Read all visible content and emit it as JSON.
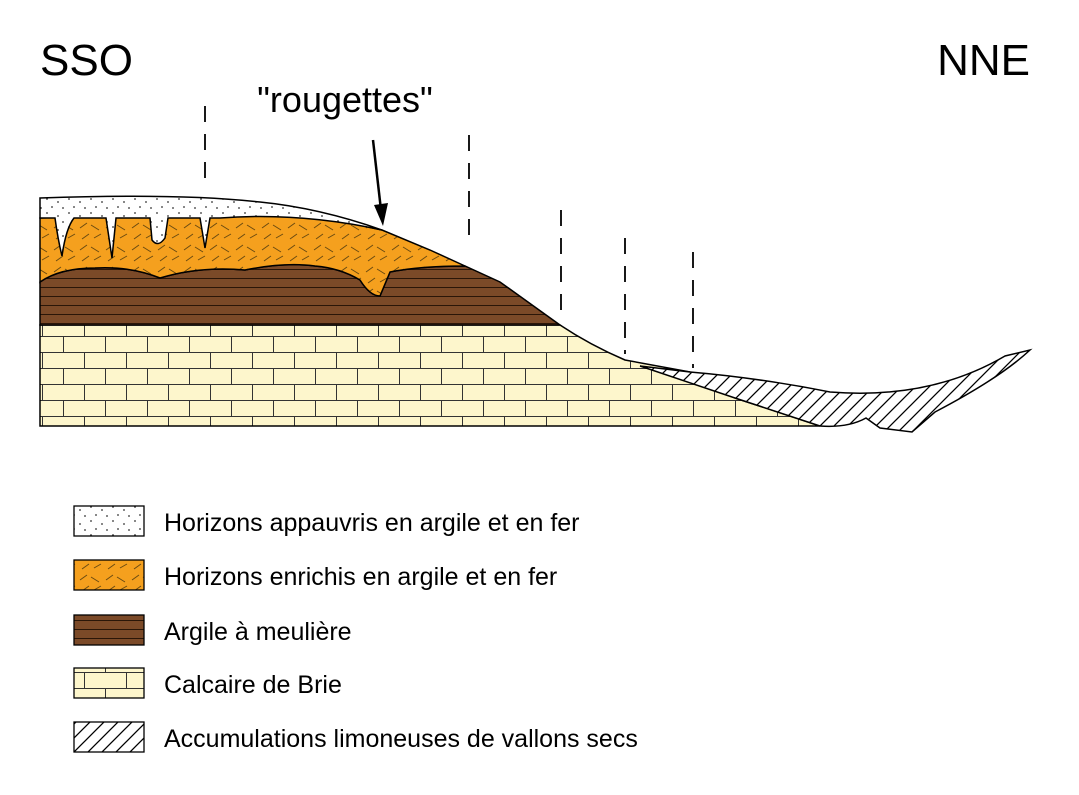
{
  "orientation": {
    "left": "SSO",
    "right": "NNE"
  },
  "annotation": "\"rougettes\"",
  "legend": [
    {
      "label": "Horizons appauvris en argile et en fer",
      "pattern": "dots-icon",
      "color": "#ffffff"
    },
    {
      "label": "Horizons enrichis en argile et en fer",
      "pattern": "dashes-on-orange-icon",
      "color": "#f5a01e"
    },
    {
      "label": "Argile à meulière",
      "pattern": "horizontal-lines-on-brown-icon",
      "color": "#7b4a28"
    },
    {
      "label": "Calcaire de Brie",
      "pattern": "brick-icon",
      "color": "#fdf6cc"
    },
    {
      "label": "Accumulations limoneuses de vallons secs",
      "pattern": "diagonal-hatch-icon",
      "color": "#ffffff"
    }
  ]
}
